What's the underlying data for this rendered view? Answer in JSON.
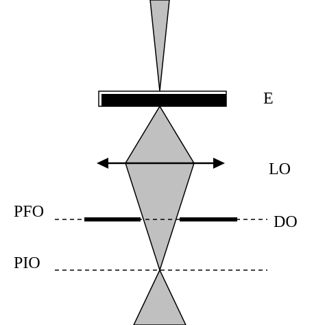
{
  "labels": {
    "specimen": "E",
    "lens": "LO",
    "back_focal_plane": "PFO",
    "aperture": "DO",
    "image_plane": "PIO"
  },
  "colors": {
    "beam_fill": "#c0c0c0",
    "stroke": "#000000",
    "background": "#ffffff"
  }
}
